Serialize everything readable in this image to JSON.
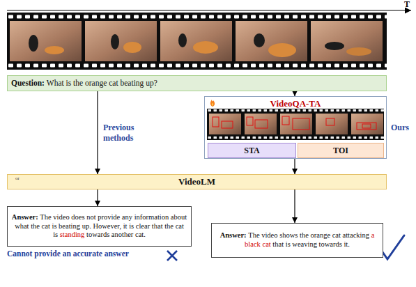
{
  "diagram": {
    "nodes": [
      {
        "text": [
          "Question:",
          "What is the orange cat beating up?"
        ]
      },
      {
        "text": [
          "VideoQA-TA"
        ]
      },
      {
        "text": [
          "STA"
        ],
        "in": 1
      },
      {
        "text": [
          "TOI"
        ],
        "in": 1
      },
      {
        "text": [
          "VideoLM"
        ]
      },
      {
        "text": [
          "Answer:",
          "The video does not provide any information about what the cat is beating up. However, it is clear that the cat is",
          "standing",
          "towards another cat."
        ]
      },
      {
        "text": [
          "Answer:",
          "The video shows the orange cat attacking",
          "a black cat",
          "that is weaving towards it."
        ]
      }
    ],
    "edges": [
      {
        "from": 0,
        "to": 1,
        "arrow": "to"
      },
      {
        "from": 0,
        "to": 4,
        "label": "Previous methods",
        "arrow": "to"
      },
      {
        "from": 1,
        "to": 4,
        "arrow": "to"
      },
      {
        "from": 4,
        "to": 5,
        "arrow": "to"
      },
      {
        "from": 4,
        "to": 6,
        "arrow": "to"
      }
    ],
    "labels": [
      "T",
      "Ours",
      "or",
      "Cannot provide an accurate answer"
    ]
  }
}
